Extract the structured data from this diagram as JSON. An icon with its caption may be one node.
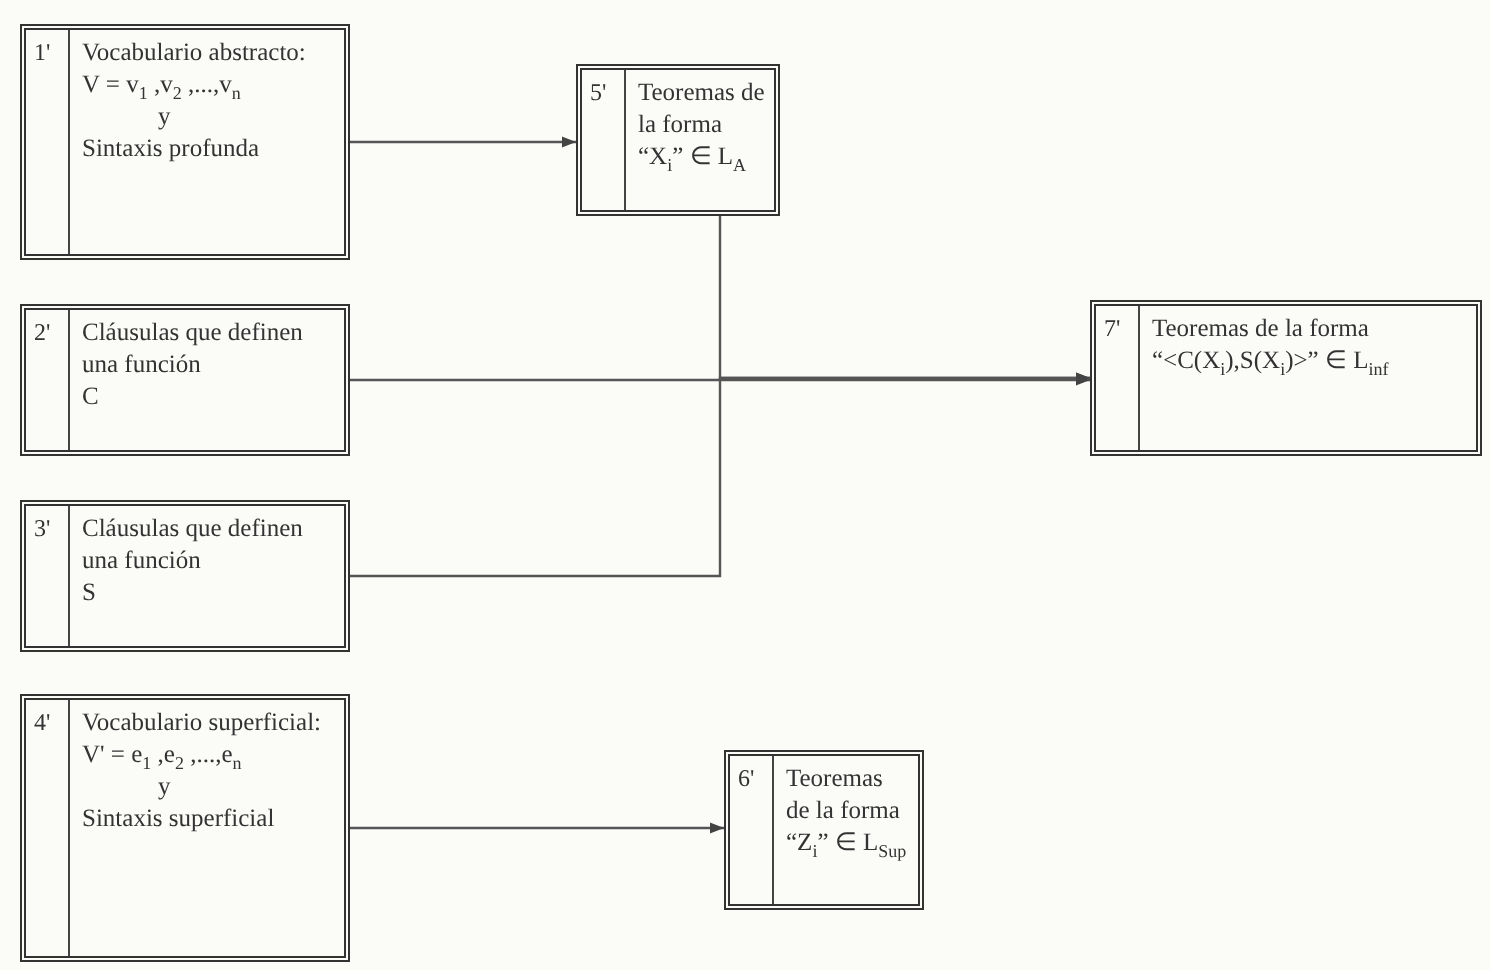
{
  "diagram": {
    "nodes": [
      {
        "text": [
          "1'",
          "Vocabulario abstracto:",
          "V = v$_{1}$ ,v$_{2}$ ,...,v$_{n}$",
          "y",
          "Sintaxis profunda"
        ]
      },
      {
        "text": [
          "5'",
          "Teoremas de la forma",
          "“X$_{i}$” ∈ L$_{A}$"
        ]
      },
      {
        "text": [
          "2'",
          "Cláusulas que definen una función",
          "C"
        ]
      },
      {
        "text": [
          "7'",
          "Teoremas de la forma",
          "“<C(X$_{i}$),S(X$_{i}$)>” ∈ L$_{inf}$"
        ]
      },
      {
        "text": [
          "3'",
          "Cláusulas que definen una función",
          "S"
        ]
      },
      {
        "text": [
          "4'",
          "Vocabulario superficial:",
          "V' = e$_{1}$ ,e$_{2}$ ,...,e$_{n}$",
          "y",
          "Sintaxis superficial"
        ]
      },
      {
        "text": [
          "6'",
          "Teoremas de la forma",
          "“Z$_{i}$” ∈ L$_{Sup}$"
        ]
      }
    ],
    "edges": [
      {
        "from": 0,
        "to": 1,
        "arrow": "to"
      },
      {
        "from": 2,
        "to": 3,
        "arrow": "to"
      },
      {
        "from": 4,
        "to": 3,
        "arrow": "to"
      },
      {
        "from": 1,
        "to": 3,
        "arrow": "to"
      },
      {
        "from": 5,
        "to": 6,
        "arrow": "to"
      }
    ]
  }
}
